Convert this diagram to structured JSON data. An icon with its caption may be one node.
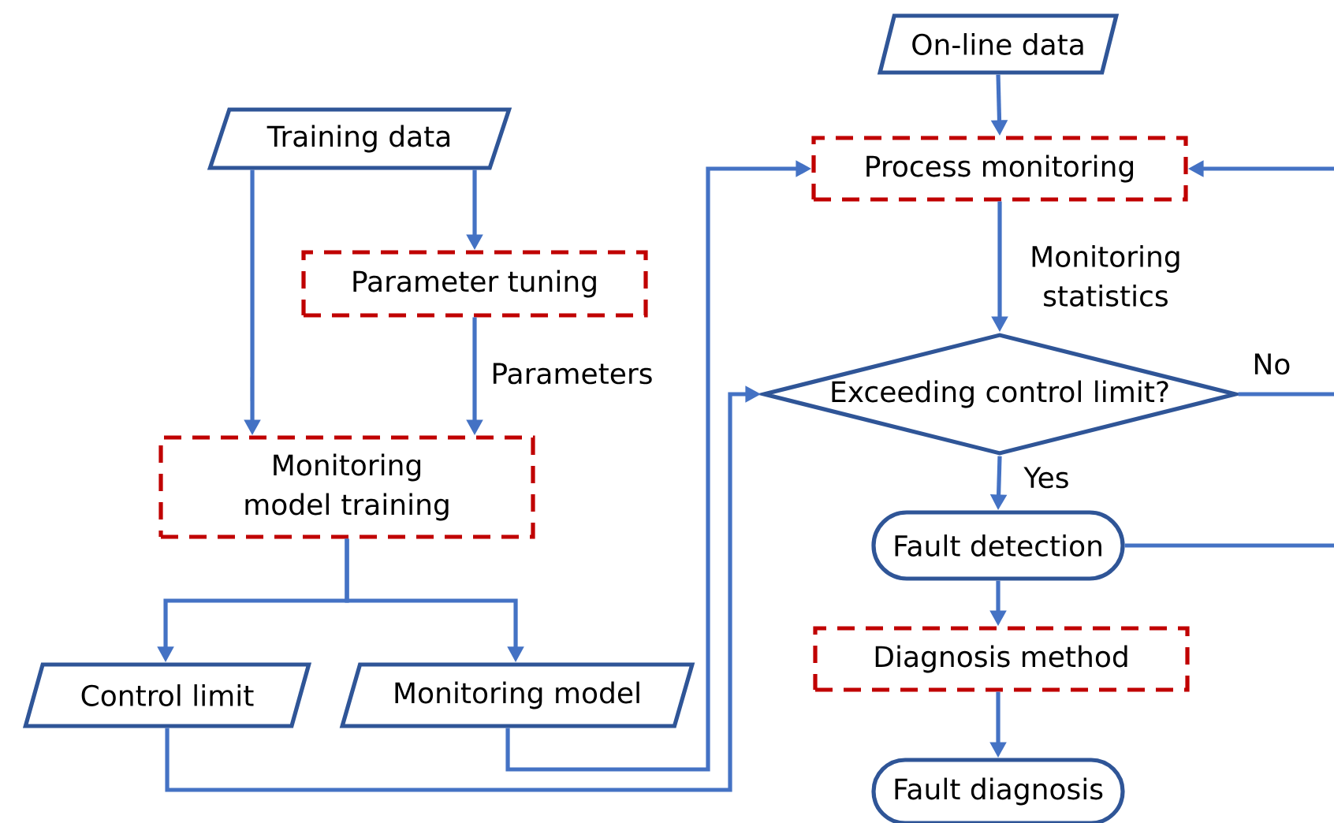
{
  "diagram": {
    "nodes": [
      {
        "text": [
          "On-line data"
        ]
      },
      {
        "text": [
          "Training data"
        ]
      },
      {
        "text": [
          "Process monitoring"
        ]
      },
      {
        "text": [
          "Parameter tuning"
        ]
      },
      {
        "text": [
          "Exceeding control limit?"
        ]
      },
      {
        "text": [
          "Monitoring model training"
        ]
      },
      {
        "text": [
          "Fault detection"
        ]
      },
      {
        "text": [
          "Control limit"
        ]
      },
      {
        "text": [
          "Monitoring model"
        ]
      },
      {
        "text": [
          "Diagnosis method"
        ]
      },
      {
        "text": [
          "Fault diagnosis"
        ]
      }
    ],
    "edges": [
      {
        "from": 0,
        "to": 2,
        "arrow": "to"
      },
      {
        "from": 1,
        "to": 3,
        "arrow": "to"
      },
      {
        "from": 1,
        "to": 5,
        "arrow": "to"
      },
      {
        "from": 3,
        "to": 5,
        "arrow": "to",
        "label": "Parameters"
      },
      {
        "from": 5,
        "to": 7,
        "arrow": "to"
      },
      {
        "from": 5,
        "to": 8,
        "arrow": "to"
      },
      {
        "from": 2,
        "to": 4,
        "arrow": "to",
        "label": "Monitoring statistics"
      },
      {
        "from": 4,
        "to": 6,
        "arrow": "to",
        "label": "Yes"
      },
      {
        "from": 6,
        "to": 9,
        "arrow": "to"
      },
      {
        "from": 9,
        "to": 10,
        "arrow": "to"
      },
      {
        "from": 8,
        "to": 2,
        "arrow": "to"
      },
      {
        "from": 7,
        "to": 4,
        "arrow": "to"
      },
      {
        "from": 4,
        "to": null,
        "arrow": "none",
        "label": "No"
      },
      {
        "from": 6,
        "to": null,
        "arrow": "none"
      },
      {
        "from": null,
        "to": 2,
        "arrow": "to"
      }
    ]
  }
}
